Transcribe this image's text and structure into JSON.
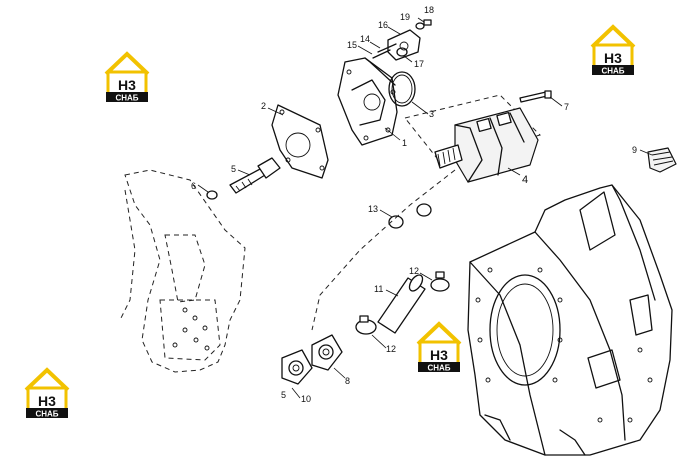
{
  "callouts": [
    {
      "id": "c1",
      "text": "1"
    },
    {
      "id": "c2",
      "text": "2"
    },
    {
      "id": "c3",
      "text": "3"
    },
    {
      "id": "c4",
      "text": "4"
    },
    {
      "id": "c5",
      "text": "5"
    },
    {
      "id": "c5b",
      "text": "5"
    },
    {
      "id": "c6",
      "text": "6"
    },
    {
      "id": "c7",
      "text": "7"
    },
    {
      "id": "c8",
      "text": "8"
    },
    {
      "id": "c9",
      "text": "9"
    },
    {
      "id": "c10",
      "text": "10"
    },
    {
      "id": "c11",
      "text": "11"
    },
    {
      "id": "c12a",
      "text": "12"
    },
    {
      "id": "c12b",
      "text": "12"
    },
    {
      "id": "c13",
      "text": "13"
    },
    {
      "id": "c14",
      "text": "14"
    },
    {
      "id": "c15",
      "text": "15"
    },
    {
      "id": "c16",
      "text": "16"
    },
    {
      "id": "c17",
      "text": "17"
    },
    {
      "id": "c18",
      "text": "18"
    },
    {
      "id": "c19",
      "text": "19"
    }
  ],
  "watermark": {
    "mark": "H3",
    "caption": "CHAБ",
    "colors": {
      "house": "#f2c200",
      "text": "#111111",
      "caption_bg": "#111111",
      "caption_text": "#ffffff"
    }
  }
}
